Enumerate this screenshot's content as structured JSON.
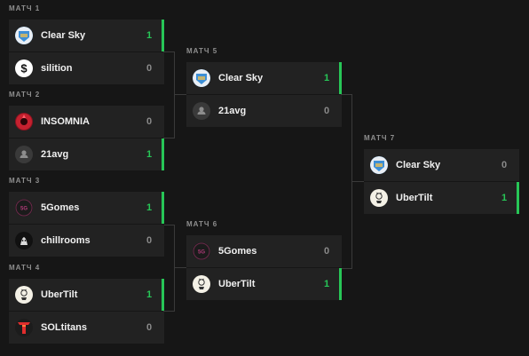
{
  "matches": [
    {
      "label": "МАТЧ 1",
      "teams": [
        {
          "name": "Clear Sky",
          "score": "1",
          "winner": true
        },
        {
          "name": "silition",
          "score": "0",
          "winner": false
        }
      ]
    },
    {
      "label": "МАТЧ 2",
      "teams": [
        {
          "name": "INSOMNIA",
          "score": "0",
          "winner": false
        },
        {
          "name": "21avg",
          "score": "1",
          "winner": true
        }
      ]
    },
    {
      "label": "МАТЧ 3",
      "teams": [
        {
          "name": "5Gomes",
          "score": "1",
          "winner": true
        },
        {
          "name": "chillrooms",
          "score": "0",
          "winner": false
        }
      ]
    },
    {
      "label": "МАТЧ 4",
      "teams": [
        {
          "name": "UberTilt",
          "score": "1",
          "winner": true
        },
        {
          "name": "SOLtitans",
          "score": "0",
          "winner": false
        }
      ]
    },
    {
      "label": "МАТЧ 5",
      "teams": [
        {
          "name": "Clear Sky",
          "score": "1",
          "winner": true
        },
        {
          "name": "21avg",
          "score": "0",
          "winner": false
        }
      ]
    },
    {
      "label": "МАТЧ 6",
      "teams": [
        {
          "name": "5Gomes",
          "score": "0",
          "winner": false
        },
        {
          "name": "UberTilt",
          "score": "1",
          "winner": true
        }
      ]
    },
    {
      "label": "МАТЧ 7",
      "teams": [
        {
          "name": "Clear Sky",
          "score": "0",
          "winner": false
        },
        {
          "name": "UberTilt",
          "score": "1",
          "winner": true
        }
      ]
    }
  ],
  "colors": {
    "win": "#27c657",
    "card": "#222222",
    "background": "#161616"
  },
  "icons": {
    "Clear Sky": "clear-sky-logo-icon",
    "silition": "silition-logo-icon",
    "INSOMNIA": "insomnia-logo-icon",
    "21avg": "default-avatar-icon",
    "5Gomes": "5gomes-logo-icon",
    "chillrooms": "chillrooms-logo-icon",
    "UberTilt": "ubertilt-logo-icon",
    "SOLtitans": "soltitans-logo-icon"
  }
}
